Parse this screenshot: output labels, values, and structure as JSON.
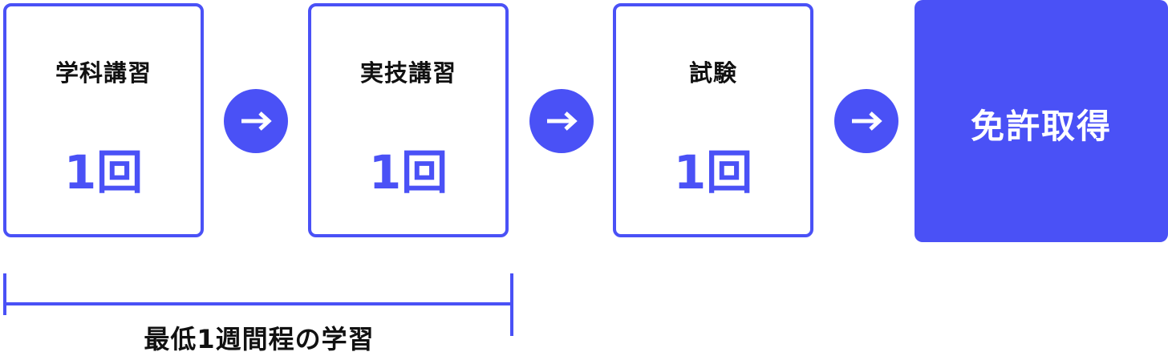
{
  "steps": [
    {
      "title": "学科講習",
      "count": "1回"
    },
    {
      "title": "実技講習",
      "count": "1回"
    },
    {
      "title": "試験",
      "count": "1回"
    }
  ],
  "goal": {
    "label": "免許取得"
  },
  "duration": {
    "label": "最低1週間程の学習"
  },
  "icons": {
    "arrow": "arrow-right-icon"
  },
  "colors": {
    "accent": "#4a51f6",
    "text": "#111111",
    "goal_text": "#ffffff"
  }
}
